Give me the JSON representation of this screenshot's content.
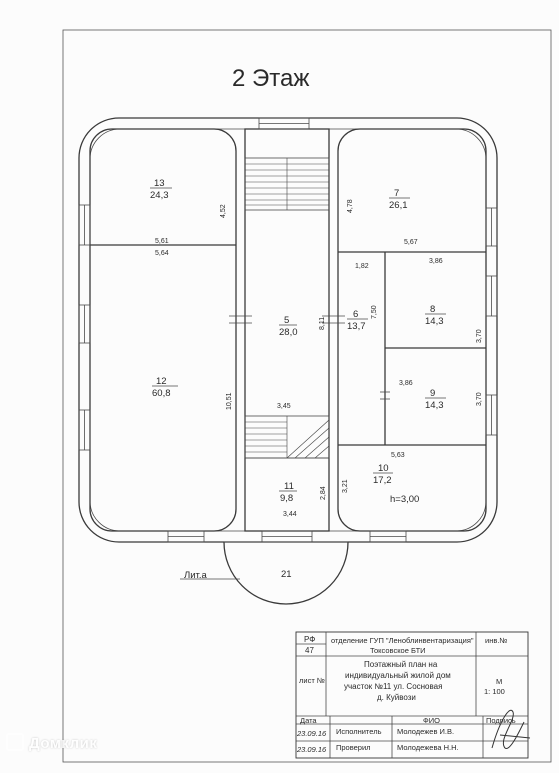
{
  "title": "2 Этаж",
  "rooms": [
    {
      "num": "13",
      "area": "24,3"
    },
    {
      "num": "12",
      "area": "60,8"
    },
    {
      "num": "5",
      "area": "28,0"
    },
    {
      "num": "11",
      "area": "9,8"
    },
    {
      "num": "7",
      "area": "26,1"
    },
    {
      "num": "6",
      "area": "13,7"
    },
    {
      "num": "8",
      "area": "14,3"
    },
    {
      "num": "9",
      "area": "14,3"
    },
    {
      "num": "10",
      "area": "17,2"
    }
  ],
  "dims": {
    "d452": "4,52",
    "d561": "5,61",
    "d564": "5,64",
    "d1051": "10,51",
    "d811": "8,11",
    "d345": "3,45",
    "d284": "2,84",
    "d344": "3,44",
    "d478": "4,78",
    "d567": "5,67",
    "d182": "1,82",
    "d386a": "3,86",
    "d750": "7,50",
    "d370a": "3,70",
    "d386b": "3,86",
    "d370b": "3,70",
    "d563": "5,63",
    "d321": "3,21"
  },
  "height_note": "h=3,00",
  "lit": "Лит.а",
  "porch_num": "21",
  "stamp": {
    "rf": "РФ",
    "rf_num": "47",
    "org_line1": "отделение ГУП \"Леноблинвентаризация\"",
    "org_line2": "Токсовское БТИ",
    "inv": "инв.№",
    "sheet": "лист №",
    "doc_line1": "Поэтажный план на",
    "doc_line2": "индивидуальный жилой дом",
    "doc_line3": "участок №11 ул. Сосновая",
    "doc_line4": "д. Куйвози",
    "scale_m": "М",
    "scale_val": "1: 100",
    "col_date": "Дата",
    "col_fio": "ФИО",
    "col_sign": "Подпись",
    "row1_date": "23.09.16",
    "row1_role": "Исполнитель",
    "row1_name": "Молодежев И.В.",
    "row2_date": "23.09.16",
    "row2_role": "Проверил",
    "row2_name": "Молодежева Н.Н."
  },
  "watermark": "Домклик"
}
